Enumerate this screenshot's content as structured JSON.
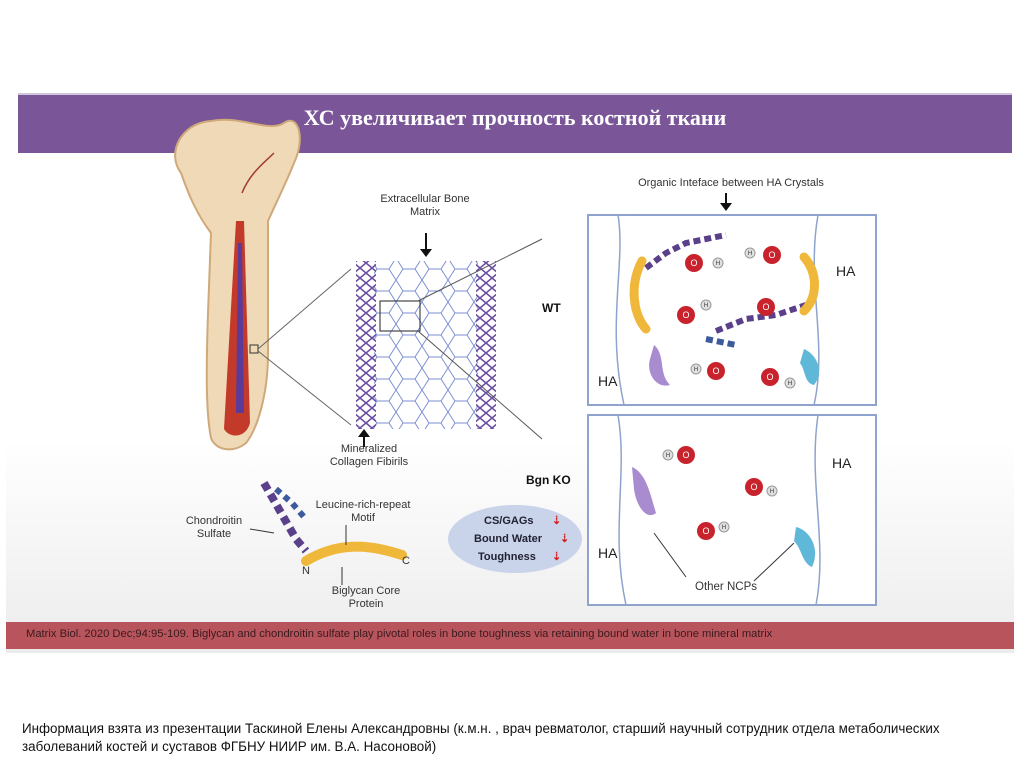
{
  "slide": {
    "title": "ХС увеличивает прочность костной ткани",
    "labels": {
      "extracellular_matrix": "Extracellular Bone\nMatrix",
      "mineralized_fibrils": "Mineralized\nCollagen Fibirils",
      "organic_interface": "Organic Inteface between HA Crystals",
      "wt": "WT",
      "bgn_ko": "Bgn KO",
      "chondroitin_sulfate": "Chondroitin\nSulfate",
      "lrr_motif": "Leucine-rich-repeat\nMotif",
      "biglycan_core": "Biglycan Core\nProtein",
      "other_ncps": "Other NCPs",
      "ha": "HA",
      "n_term": "N",
      "c_term": "C"
    },
    "summary": {
      "items": [
        "CS/GAGs",
        "Bound Water",
        "Toughness"
      ]
    },
    "citation": "Matrix Biol. 2020 Dec;94:95-109. Biglycan and chondroitin sulfate play pivotal roles in bone toughness via retaining bound water in bone mineral matrix"
  },
  "water_labels": {
    "oxygen": "O",
    "hydrogen": "H"
  },
  "footnote": "Информация взята из презентации Таскиной Елены Александровны (к.м.н. , врач ревматолог, старший научный сотрудник отдела метаболических заболеваний костей и суставов ФГБНУ НИИР им. В.А. Насоновой)",
  "colors": {
    "title_bar": "#7a5597",
    "citation_bar": "#b8555c",
    "water_oxygen": "#c8232c",
    "cs_chain_purple": "#5a3f8a",
    "cs_chain_blue": "#3d5a9c",
    "biglycan_core": "#f0b83a",
    "ncp_purple": "#a98bd0",
    "ncp_blue": "#5fb8d8",
    "bone_marrow": "#c43a2a"
  }
}
